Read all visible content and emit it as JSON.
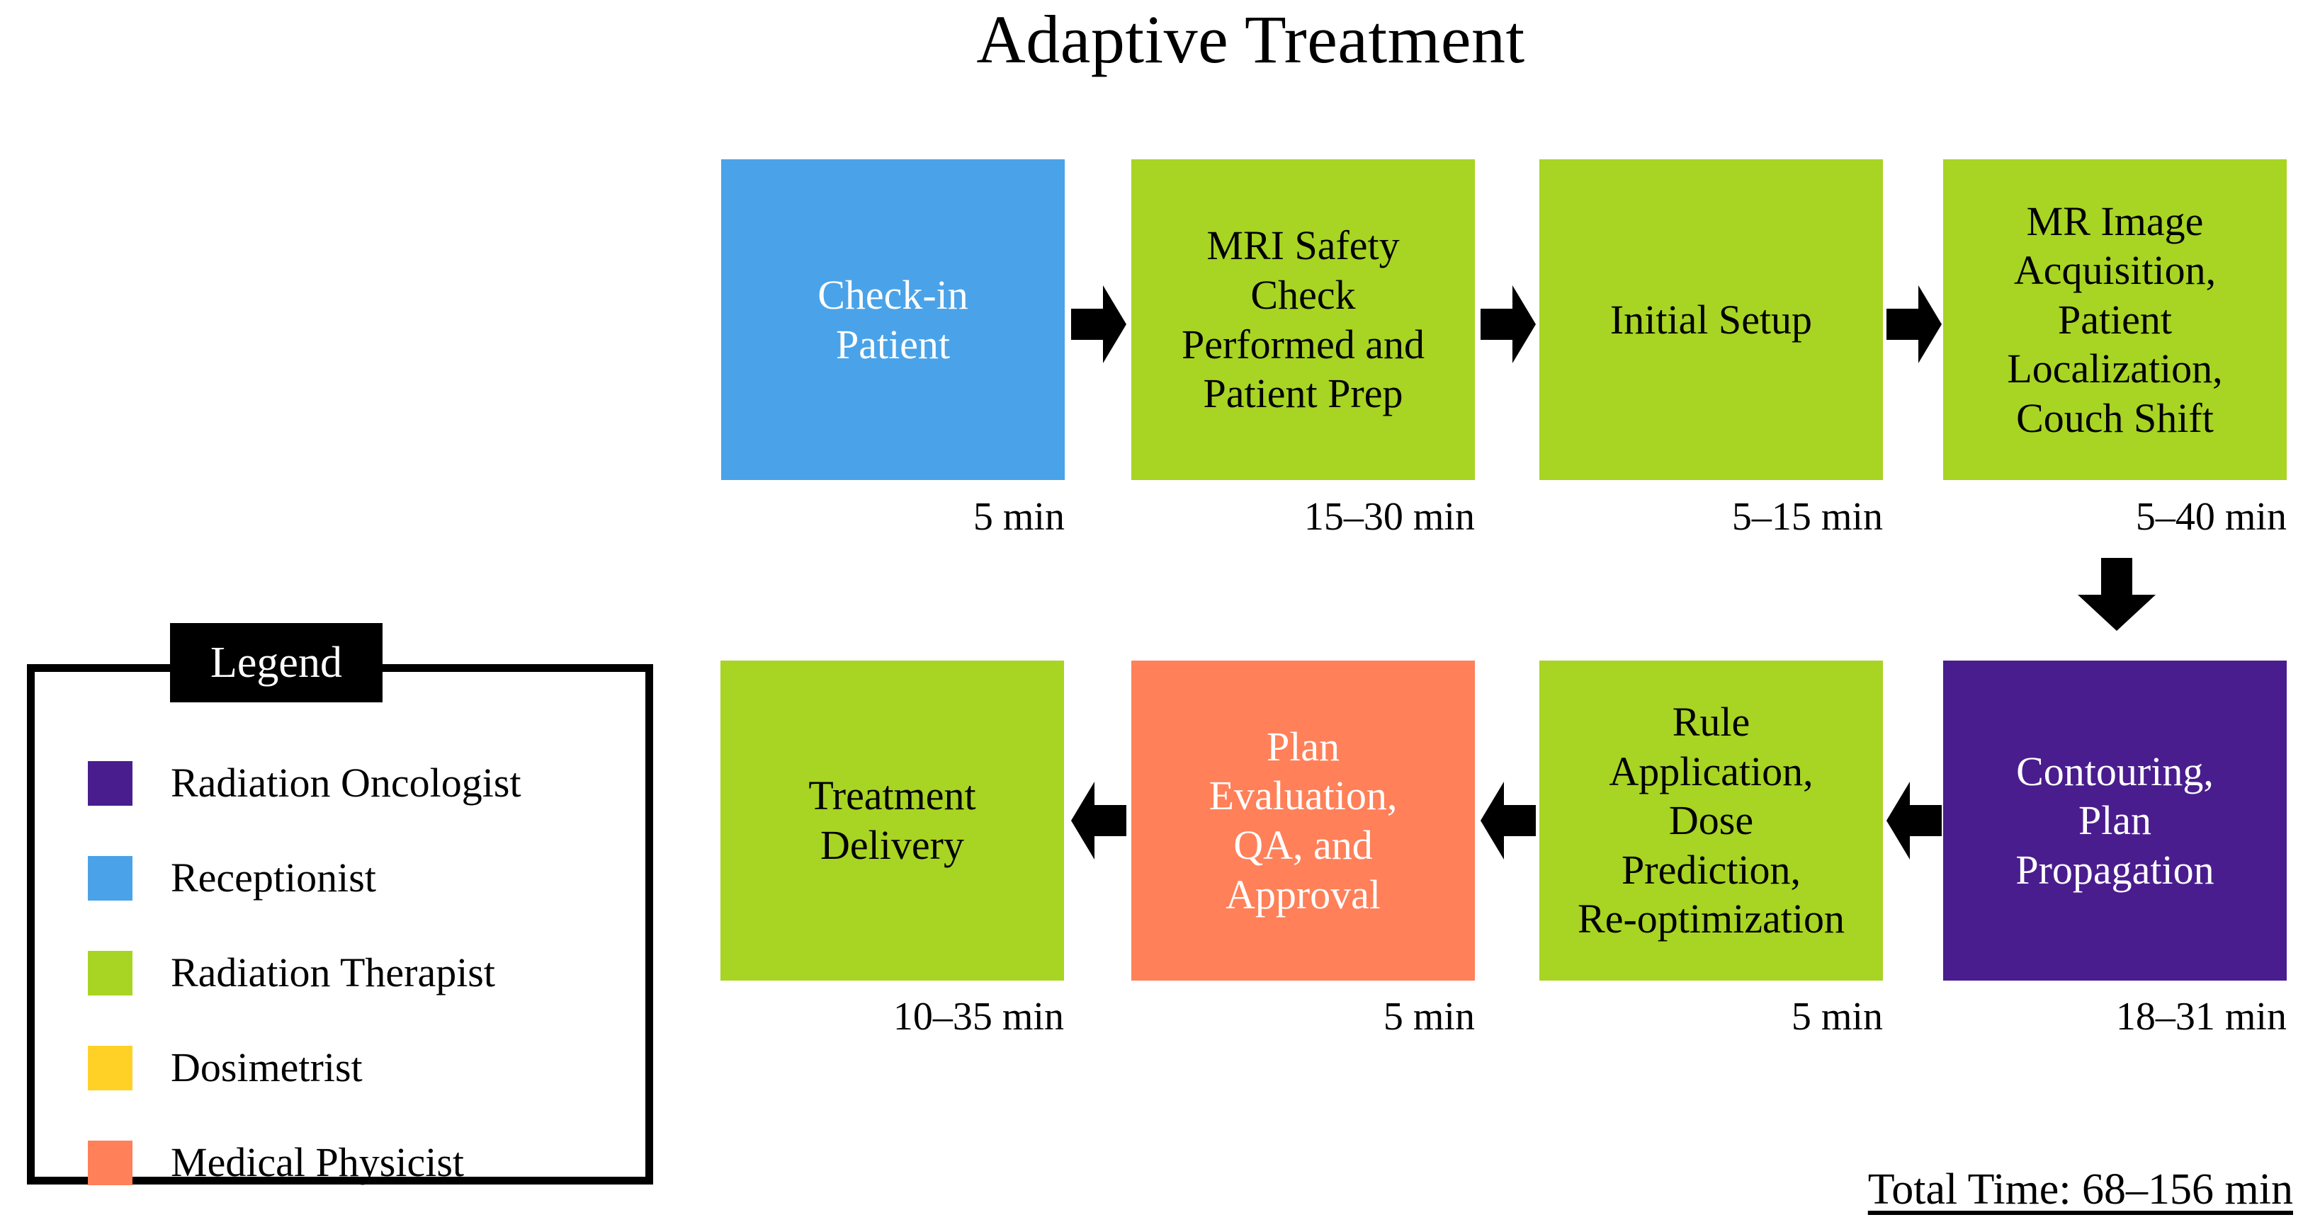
{
  "title": "Adaptive Treatment",
  "colors": {
    "radiation_oncologist": "#4A1D8E",
    "receptionist": "#4AA3E8",
    "radiation_therapist": "#A8D423",
    "dosimetrist": "#FFD127",
    "medical_physicist": "#FF8059",
    "arrow": "#000000",
    "text_dark": "#000000",
    "text_light": "#FFFFFF"
  },
  "workflow": {
    "row1": [
      {
        "id": "check-in-patient",
        "label": "Check-in\nPatient",
        "time": "5 min",
        "role": "receptionist",
        "color": "#4AA3E8",
        "text_color": "#FFFFFF"
      },
      {
        "id": "mri-safety-check",
        "label": "MRI Safety\nCheck\nPerformed and\nPatient Prep",
        "time": "15–30 min",
        "role": "radiation_therapist",
        "color": "#A8D423",
        "text_color": "#000000"
      },
      {
        "id": "initial-setup",
        "label": "Initial Setup",
        "time": "5–15 min",
        "role": "radiation_therapist",
        "color": "#A8D423",
        "text_color": "#000000"
      },
      {
        "id": "mr-image-acquisition",
        "label": "MR Image\nAcquisition,\nPatient\nLocalization,\nCouch Shift",
        "time": "5–40 min",
        "role": "radiation_therapist",
        "color": "#A8D423",
        "text_color": "#000000"
      }
    ],
    "row2": [
      {
        "id": "treatment-delivery",
        "label": "Treatment\nDelivery",
        "time": "10–35 min",
        "role": "radiation_therapist",
        "color": "#A8D423",
        "text_color": "#000000"
      },
      {
        "id": "plan-evaluation-qa-approval",
        "label": "Plan\nEvaluation,\nQA, and\nApproval",
        "time": "5 min",
        "role": "medical_physicist",
        "color": "#FF8059",
        "text_color": "#FFFFFF"
      },
      {
        "id": "rule-application-dose-prediction",
        "label": "Rule\nApplication,\nDose\nPrediction,\nRe-optimization",
        "time": "5 min",
        "role": "radiation_therapist",
        "color": "#A8D423",
        "text_color": "#000000"
      },
      {
        "id": "contouring-plan-propagation",
        "label": "Contouring,\nPlan\nPropagation",
        "time": "18–31 min",
        "role": "radiation_oncologist",
        "color": "#4A1D8E",
        "text_color": "#FFFFFF"
      }
    ]
  },
  "legend": {
    "title": "Legend",
    "items": [
      {
        "label": "Radiation Oncologist",
        "color": "#4A1D8E"
      },
      {
        "label": "Receptionist",
        "color": "#4AA3E8"
      },
      {
        "label": "Radiation Therapist",
        "color": "#A8D423"
      },
      {
        "label": "Dosimetrist",
        "color": "#FFD127"
      },
      {
        "label": "Medical Physicist",
        "color": "#FF8059"
      }
    ]
  },
  "total_time": "Total Time: 68–156 min"
}
